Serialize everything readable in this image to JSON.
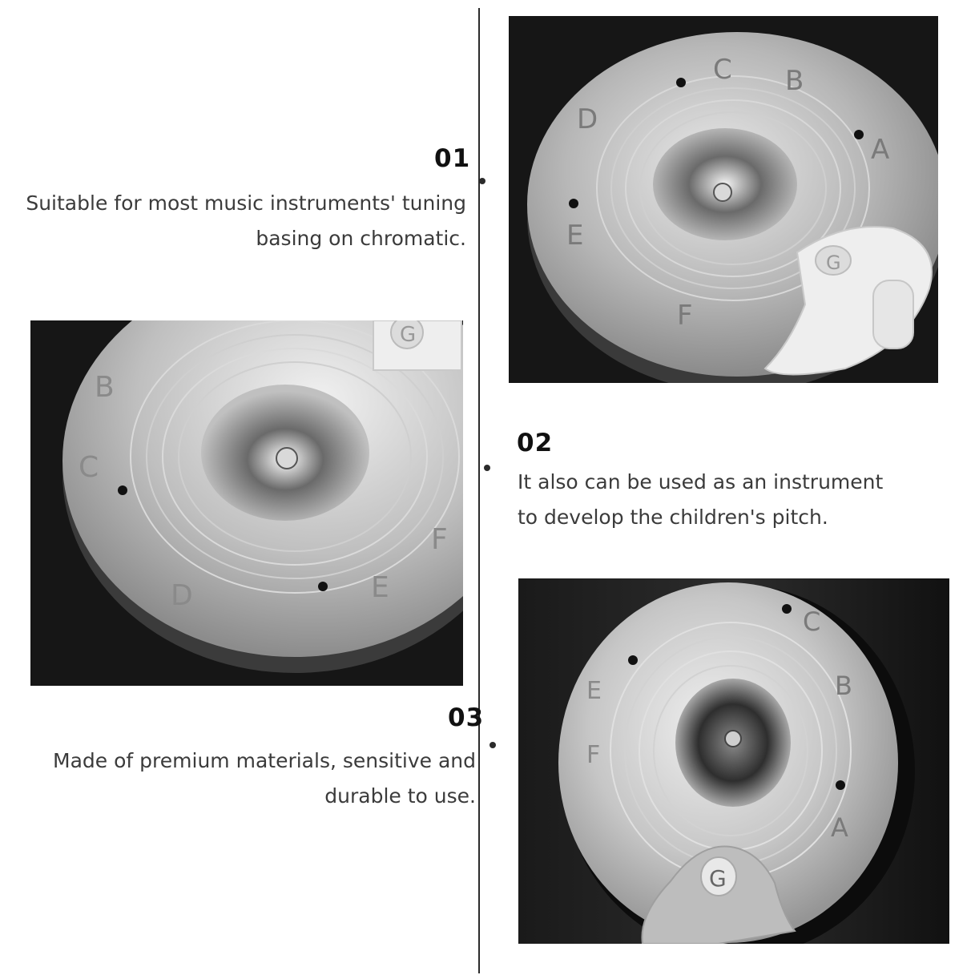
{
  "features": [
    {
      "number": "01",
      "lines": [
        "Suitable for most music instruments' tuning",
        "basing on chromatic."
      ]
    },
    {
      "number": "02",
      "lines": [
        "It also can be used as an instrument",
        "to develop the children's pitch."
      ]
    },
    {
      "number": "03",
      "lines": [
        "Made of premium materials, sensitive and",
        "durable to use."
      ]
    }
  ],
  "photos": {
    "top": {
      "labels": [
        "C",
        "B",
        "A",
        "D",
        "E",
        "F"
      ],
      "clip_label": "G"
    },
    "middle": {
      "labels": [
        "B",
        "C",
        "D",
        "E",
        "F"
      ],
      "clip_label": "G"
    },
    "bottom": {
      "labels": [
        "C",
        "B",
        "A",
        "E",
        "F"
      ],
      "clip_label": "G"
    }
  },
  "colors": {
    "background": "#ffffff",
    "divider": "#2b2b2b",
    "number": "#111111",
    "text": "#3b3b3b",
    "photo_bg": "#151515"
  }
}
